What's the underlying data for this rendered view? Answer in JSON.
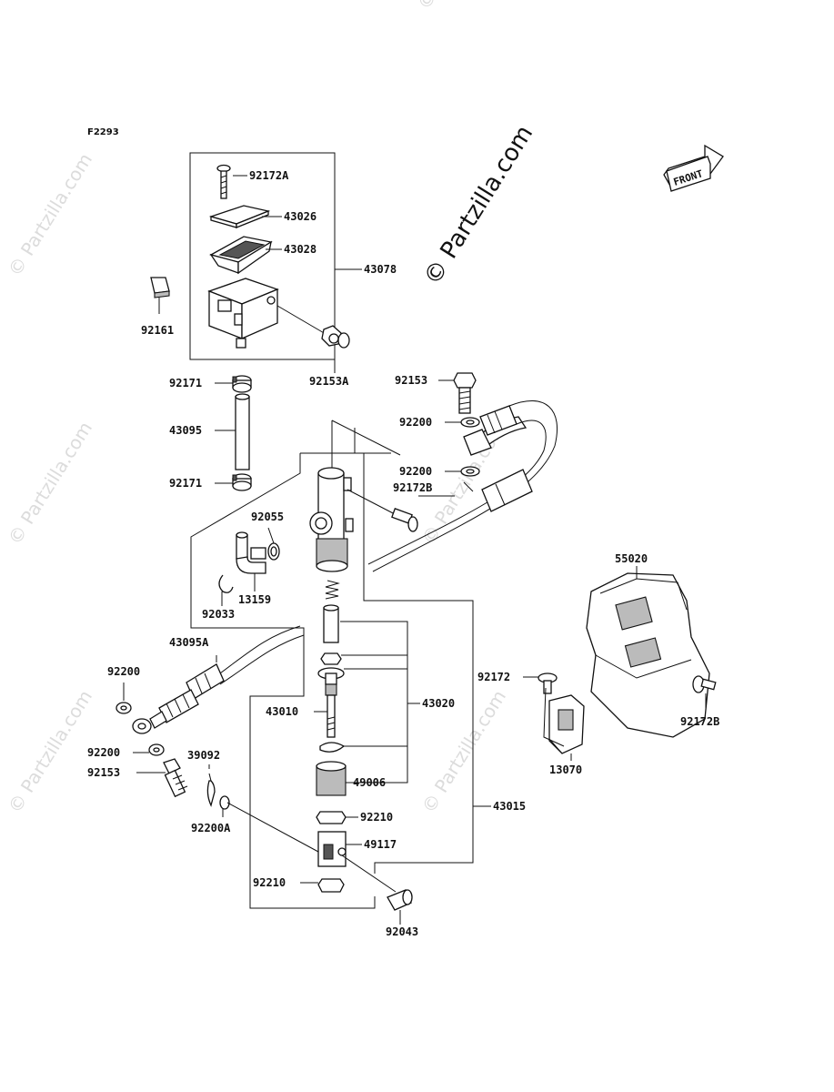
{
  "figure_code": "F2293",
  "watermarks": {
    "main": "© Partzilla.com",
    "repeat": "© Partzilla.com"
  },
  "front_arrow": "FRONT",
  "parts": {
    "p92172A": "92172A",
    "p43026": "43026",
    "p43028": "43028",
    "p43078": "43078",
    "p92161": "92161",
    "p92153A": "92153A",
    "p92171_top": "92171",
    "p43095": "43095",
    "p92171_bot": "92171",
    "p92153_top": "92153",
    "p92200_a": "92200",
    "p92200_b": "92200",
    "p92172B_top": "92172B",
    "p92055": "92055",
    "p13159": "13159",
    "p92033": "92033",
    "p55020": "55020",
    "p43095A": "43095A",
    "p92200_c": "92200",
    "p92172": "92172",
    "p92172B_right": "92172B",
    "p43010": "43010",
    "p43020": "43020",
    "p92200_d": "92200",
    "p39092": "39092",
    "p92153_bot": "92153",
    "p49006": "49006",
    "p13070": "13070",
    "p92200A": "92200A",
    "p92210_top": "92210",
    "p43015": "43015",
    "p49117": "49117",
    "p92210_bot": "92210",
    "p92043": "92043"
  }
}
